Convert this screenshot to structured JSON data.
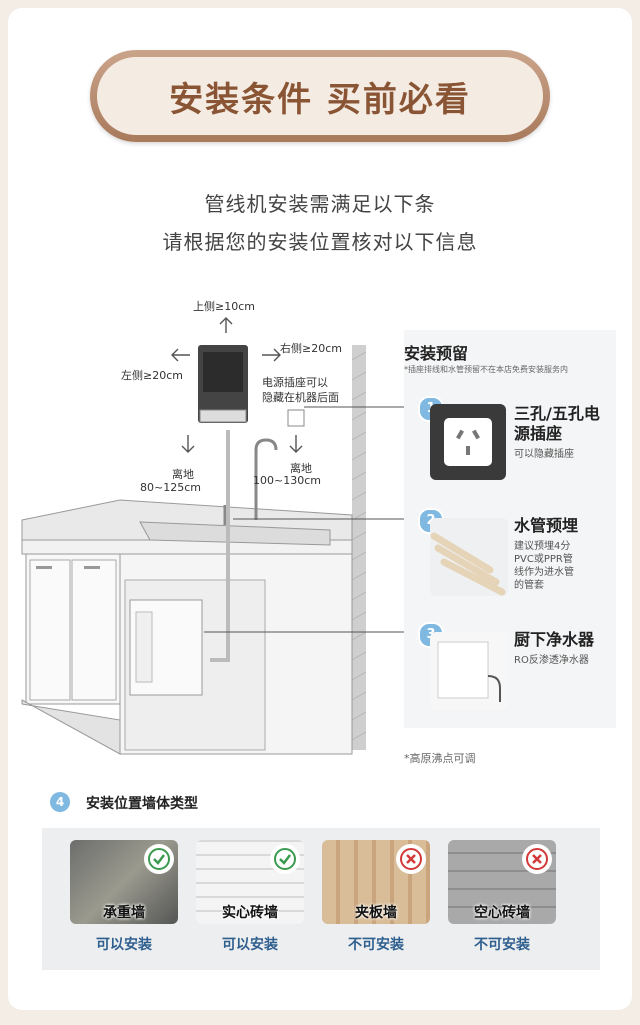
{
  "banner": {
    "title": "安装条件 买前必看"
  },
  "intro": {
    "line1": "管线机安装需满足以下条",
    "line2": "请根据您的安装位置核对以下信息"
  },
  "diagram": {
    "top_clearance": "上侧≥10cm",
    "left_clearance": "左侧≥20cm",
    "right_clearance": "右侧≥20cm",
    "socket_note_line1": "电源插座可以",
    "socket_note_line2": "隐藏在机器后面",
    "floor_height_label": "离地",
    "floor_height_value": "80~125cm",
    "socket_height_label": "离地",
    "socket_height_value": "100~130cm"
  },
  "reserve": {
    "title": "安装预留",
    "note": "*插座排线和水管预留不在本店免费安装服务内",
    "items": [
      {
        "num": "1",
        "title_line1": "三孔/五孔电",
        "title_line2": "源插座",
        "sub_lines": [
          "可以隐藏插座"
        ]
      },
      {
        "num": "2",
        "title_line1": "水管预埋",
        "title_line2": "",
        "sub_lines": [
          "建议预埋4分",
          "PVC或PPR管",
          "线作为进水管",
          "的管套"
        ]
      },
      {
        "num": "3",
        "title_line1": "厨下净水器",
        "title_line2": "",
        "sub_lines": [
          "RO反渗透净水器"
        ]
      }
    ],
    "footnote": "*高原沸点可调"
  },
  "wall_section": {
    "num": "4",
    "title": "安装位置墙体类型",
    "walls": [
      {
        "name": "承重墙",
        "status": "可以安装",
        "ok": true
      },
      {
        "name": "实心砖墙",
        "status": "可以安装",
        "ok": true
      },
      {
        "name": "夹板墙",
        "status": "不可安装",
        "ok": false
      },
      {
        "name": "空心砖墙",
        "status": "不可安装",
        "ok": false
      }
    ]
  },
  "colors": {
    "accent_blue": "#7fb8e0",
    "ok_green": "#3c9a4f",
    "no_red": "#d23a3a",
    "banner_brown": "#8a5535"
  }
}
